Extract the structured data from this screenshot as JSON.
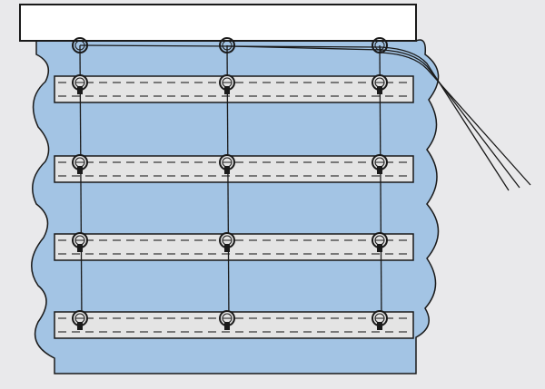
{
  "diagram": {
    "subject": "roman-blind-cord-scheme",
    "slat_count": 4,
    "ring_columns": 3,
    "colors": {
      "background": "#e9e9eb",
      "fabric": "#a3c4e4",
      "rail": "#ffffff",
      "slat": "#e4e4e4",
      "line": "#1a1a1a",
      "stitch": "#555555"
    }
  }
}
